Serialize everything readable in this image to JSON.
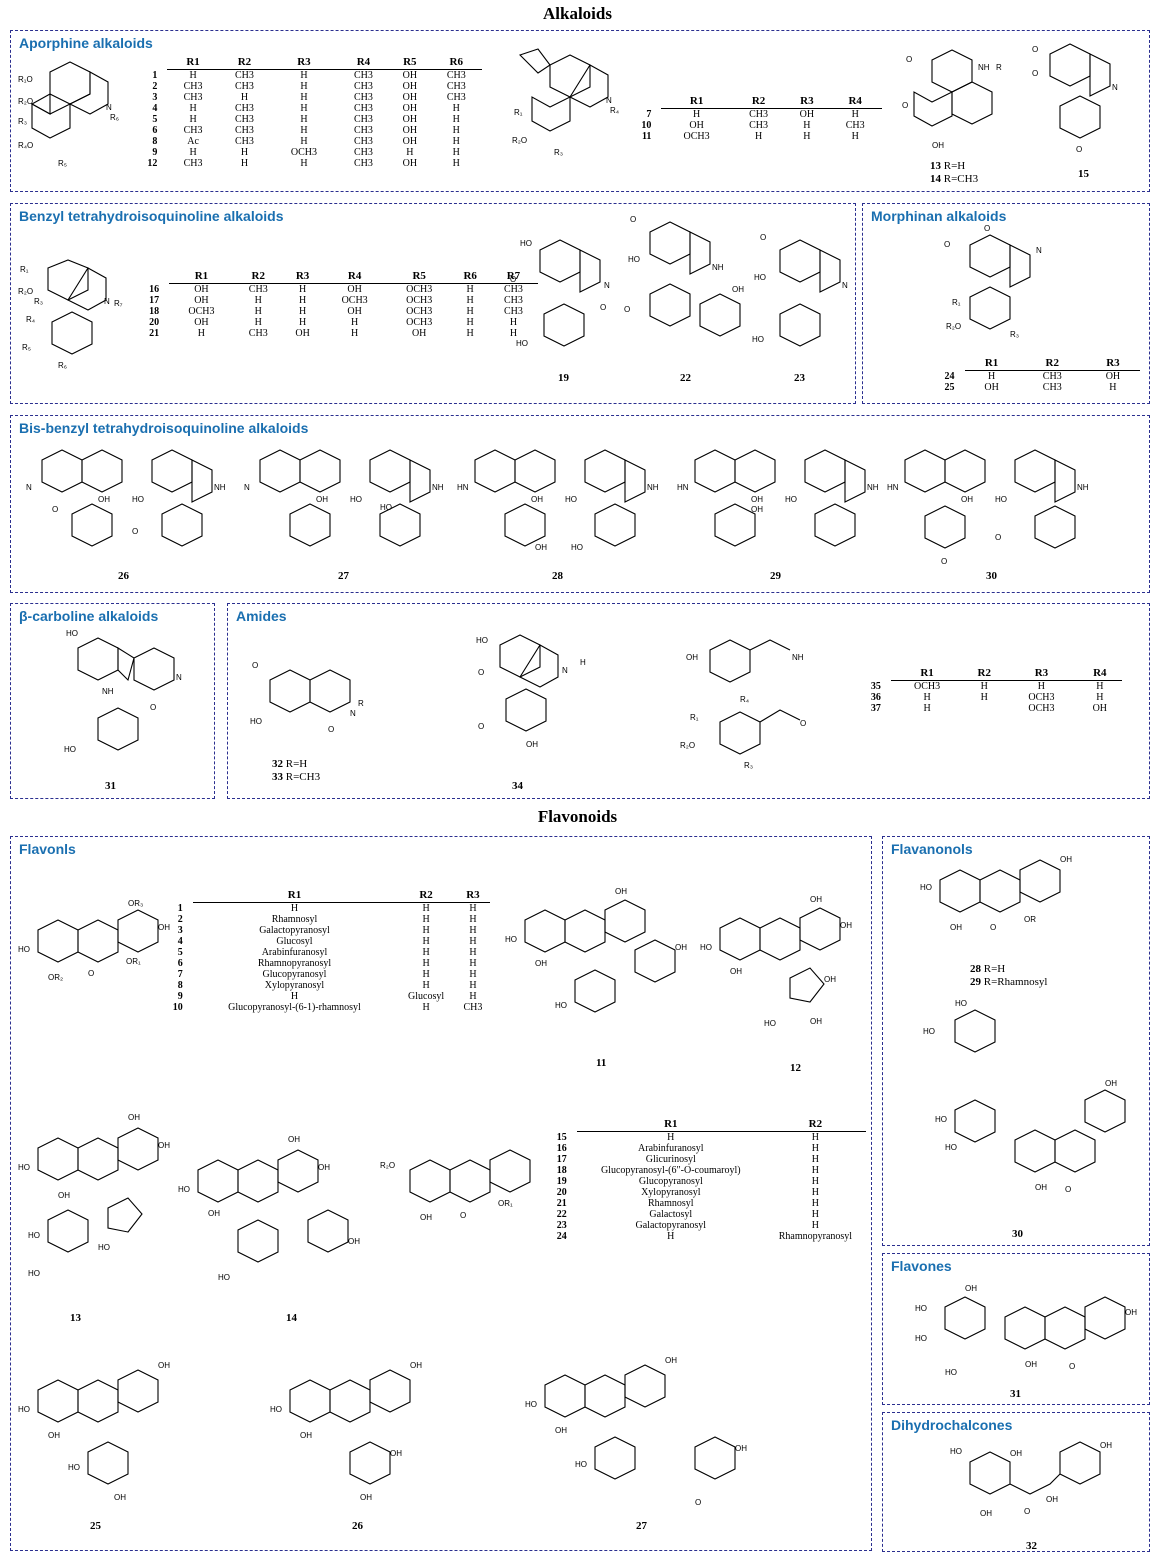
{
  "headings": {
    "alkaloids": "Alkaloids",
    "flavonoids": "Flavonoids"
  },
  "panels": {
    "aporphine": "Aporphine alkaloids",
    "benzyl": "Benzyl tetrahydroisoquinoline alkaloids",
    "morphinan": "Morphinan alkaloids",
    "bisbenzyl": "Bis-benzyl tetrahydroisoquinoline alkaloids",
    "carboline": "β-carboline alkaloids",
    "amides": "Amides",
    "flavonls": "Flavonls",
    "flavanonols": "Flavanonols",
    "flavones": "Flavones",
    "dihydrochalcones": "Dihydrochalcones"
  },
  "colors": {
    "panel_border": "#2b2f8f",
    "panel_title": "#1a6fb0"
  },
  "tables": {
    "aporphine_a": {
      "headers": [
        "R1",
        "R2",
        "R3",
        "R4",
        "R5",
        "R6"
      ],
      "rows": [
        [
          "1",
          "H",
          "CH3",
          "H",
          "CH3",
          "OH",
          "CH3"
        ],
        [
          "2",
          "CH3",
          "CH3",
          "H",
          "CH3",
          "OH",
          "CH3"
        ],
        [
          "3",
          "CH3",
          "H",
          "H",
          "CH3",
          "OH",
          "CH3"
        ],
        [
          "4",
          "H",
          "CH3",
          "H",
          "CH3",
          "OH",
          "H"
        ],
        [
          "5",
          "H",
          "CH3",
          "H",
          "CH3",
          "OH",
          "H"
        ],
        [
          "6",
          "CH3",
          "CH3",
          "H",
          "CH3",
          "OH",
          "H"
        ],
        [
          "8",
          "Ac",
          "CH3",
          "H",
          "CH3",
          "OH",
          "H"
        ],
        [
          "9",
          "H",
          "H",
          "OCH3",
          "CH3",
          "H",
          "H"
        ],
        [
          "12",
          "CH3",
          "H",
          "H",
          "CH3",
          "OH",
          "H"
        ]
      ]
    },
    "aporphine_b": {
      "headers": [
        "R1",
        "R2",
        "R3",
        "R4"
      ],
      "rows": [
        [
          "7",
          "H",
          "CH3",
          "OH",
          "H"
        ],
        [
          "10",
          "OH",
          "CH3",
          "H",
          "CH3"
        ],
        [
          "11",
          "OCH3",
          "H",
          "H",
          "H"
        ]
      ]
    },
    "benzyl": {
      "headers": [
        "R1",
        "R2",
        "R3",
        "R4",
        "R5",
        "R6",
        "R7"
      ],
      "rows": [
        [
          "16",
          "OH",
          "CH3",
          "H",
          "OH",
          "OCH3",
          "H",
          "CH3"
        ],
        [
          "17",
          "OH",
          "H",
          "H",
          "OCH3",
          "OCH3",
          "H",
          "CH3"
        ],
        [
          "18",
          "OCH3",
          "H",
          "H",
          "OH",
          "OCH3",
          "H",
          "CH3"
        ],
        [
          "20",
          "OH",
          "H",
          "H",
          "H",
          "OCH3",
          "H",
          "H"
        ],
        [
          "21",
          "H",
          "CH3",
          "OH",
          "H",
          "OH",
          "H",
          "H"
        ]
      ]
    },
    "morphinan": {
      "headers": [
        "R1",
        "R2",
        "R3"
      ],
      "rows": [
        [
          "24",
          "H",
          "CH3",
          "OH"
        ],
        [
          "25",
          "OH",
          "CH3",
          "H"
        ]
      ]
    },
    "amides": {
      "headers": [
        "R1",
        "R2",
        "R3",
        "R4"
      ],
      "rows": [
        [
          "35",
          "OCH3",
          "H",
          "H",
          "H"
        ],
        [
          "36",
          "H",
          "H",
          "OCH3",
          "H"
        ],
        [
          "37",
          "H",
          "",
          "OCH3",
          "OH"
        ]
      ]
    },
    "flavonls_a": {
      "headers": [
        "R1",
        "R2",
        "R3"
      ],
      "rows": [
        [
          "1",
          "H",
          "H",
          "H"
        ],
        [
          "2",
          "Rhamnosyl",
          "H",
          "H"
        ],
        [
          "3",
          "Galactopyranosyl",
          "H",
          "H"
        ],
        [
          "4",
          "Glucosyl",
          "H",
          "H"
        ],
        [
          "5",
          "Arabinfuranosyl",
          "H",
          "H"
        ],
        [
          "6",
          "Rhamnopyranosyl",
          "H",
          "H"
        ],
        [
          "7",
          "Glucopyranosyl",
          "H",
          "H"
        ],
        [
          "8",
          "Xylopyranosyl",
          "H",
          "H"
        ],
        [
          "9",
          "H",
          "Glucosyl",
          "H"
        ],
        [
          "10",
          "Glucopyranosyl-(6-1)-rhamnosyl",
          "H",
          "CH3"
        ]
      ]
    },
    "flavonls_b": {
      "headers": [
        "R1",
        "R2"
      ],
      "rows": [
        [
          "15",
          "H",
          "H"
        ],
        [
          "16",
          "Arabinfuranosyl",
          "H"
        ],
        [
          "17",
          "Glicurinosyl",
          "H"
        ],
        [
          "18",
          "Glucopyranosyl-(6″-O-coumaroyl)",
          "H"
        ],
        [
          "19",
          "Glucopyranosyl",
          "H"
        ],
        [
          "20",
          "Xylopyranosyl",
          "H"
        ],
        [
          "21",
          "Rhamnosyl",
          "H"
        ],
        [
          "22",
          "Galactosyl",
          "H"
        ],
        [
          "23",
          "Galactopyranosyl",
          "H"
        ],
        [
          "24",
          "H",
          "Rhamnopyranosyl"
        ]
      ]
    }
  },
  "compound_labels": {
    "c13": "13",
    "c13r": "R=H",
    "c14": "14",
    "c14r": "R=CH3",
    "c15": "15",
    "c19": "19",
    "c22": "22",
    "c23": "23",
    "c26": "26",
    "c27": "27",
    "c28": "28",
    "c29": "29",
    "c30": "30",
    "c31": "31",
    "c32": "32",
    "c32r": "R=H",
    "c33": "33",
    "c33r": "R=CH3",
    "c34": "34",
    "f11": "11",
    "f12": "12",
    "f13": "13",
    "f14": "14",
    "f25": "25",
    "f26": "26",
    "f27": "27",
    "f28": "28",
    "f28r": "R=H",
    "f29": "29",
    "f29r": "R=Rhamnosyl",
    "f30": "30",
    "f31": "31",
    "f32": "32"
  }
}
